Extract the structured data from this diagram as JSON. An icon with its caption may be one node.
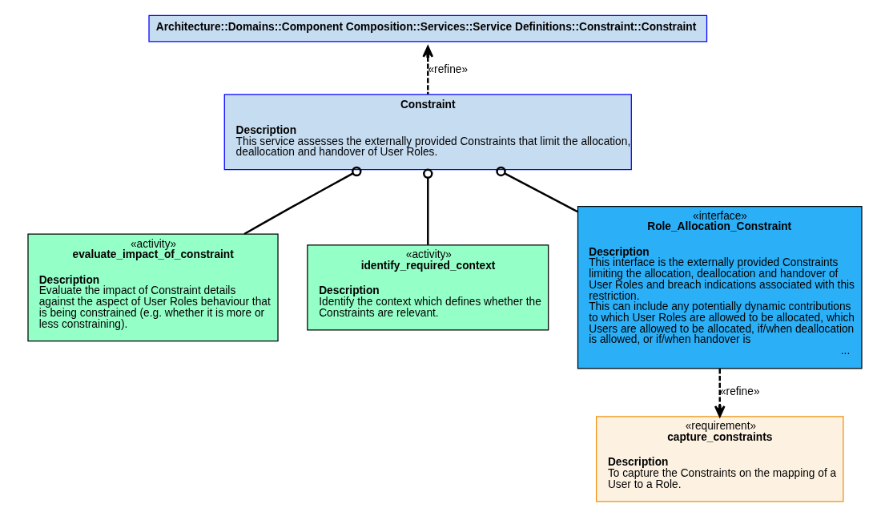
{
  "diagram": {
    "nodes": [
      {
        "text": [
          "Architecture::Domains::Component Composition::Services::Service Definitions::Constraint::Constraint"
        ]
      },
      {
        "text": [
          "Constraint",
          "Description",
          "This service assesses the externally provided Constraints that limit the allocation, deallocation and handover of User Roles."
        ]
      },
      {
        "text": [
          "«activity»",
          "evaluate_impact_of_constraint",
          "Description",
          "Evaluate the impact of Constraint details against the aspect of User Roles behaviour that is being constrained (e.g. whether it is more or less constraining)."
        ]
      },
      {
        "text": [
          "«activity»",
          "identify_required_context",
          "Description",
          "Identify the context which defines whether the Constraints are relevant."
        ]
      },
      {
        "text": [
          "«interface»",
          "Role_Allocation_Constraint",
          "Description",
          "This interface is the externally provided Constraints limiting the allocation, deallocation and handover of User Roles and breach indications associated with this restriction.",
          "This can include any potentially dynamic contributions to which User Roles are allowed to be allocated, which Users are allowed to be allocated, if/when deallocation is allowed, or if/when handover is",
          "..."
        ]
      },
      {
        "text": [
          "«requirement»",
          "capture_constraints",
          "Description",
          "To capture the Constraints on the mapping of a User to a Role."
        ]
      }
    ],
    "edges": [
      {
        "from": 1,
        "to": 0,
        "arrow": "to",
        "style": "dashed",
        "label": "«refine»"
      },
      {
        "from": 2,
        "to": 1,
        "arrow": "other"
      },
      {
        "from": 3,
        "to": 1,
        "arrow": "other"
      },
      {
        "from": 4,
        "to": 1,
        "arrow": "other"
      },
      {
        "from": 4,
        "to": 5,
        "arrow": "to",
        "style": "dashed",
        "label": "«refine»"
      }
    ]
  }
}
